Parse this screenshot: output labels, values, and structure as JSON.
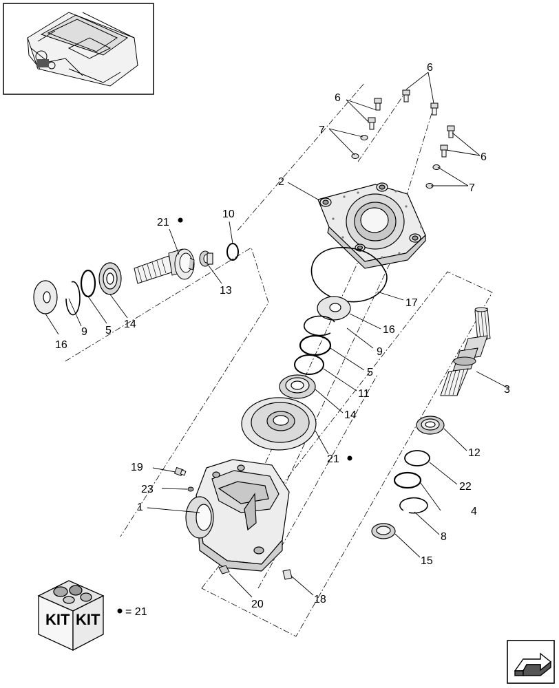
{
  "labels": {
    "l1": "1",
    "l2": "2",
    "l3": "3",
    "l4": "4",
    "l5a": "5",
    "l5b": "5",
    "l6a": "6",
    "l6b": "6",
    "l6c": "6",
    "l7a": "7",
    "l7b": "7",
    "l8": "8",
    "l9a": "9",
    "l9b": "9",
    "l10": "10",
    "l11": "11",
    "l12": "12",
    "l13": "13",
    "l14a": "14",
    "l14b": "14",
    "l15": "15",
    "l16a": "16",
    "l16b": "16",
    "l17": "17",
    "l18": "18",
    "l19": "19",
    "l20": "20",
    "l21a": "21",
    "l21b": "21",
    "l22": "22",
    "l23": "23"
  },
  "kit": {
    "box_text_left": "KIT",
    "box_text_right": "KIT",
    "legend": "= 21"
  }
}
